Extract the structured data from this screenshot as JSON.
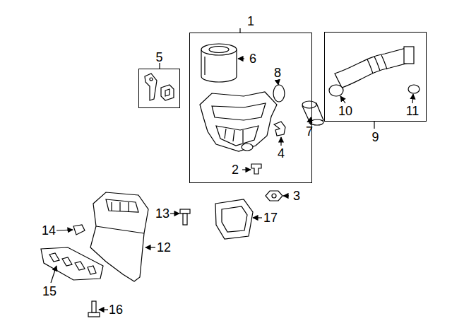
{
  "diagram": {
    "nodes": [
      {
        "text": [
          "5"
        ]
      },
      {
        "text": [
          "1"
        ]
      },
      {
        "text": [
          "9"
        ]
      }
    ],
    "labels": [
      "6",
      "8",
      "4",
      "2",
      "7",
      "10",
      "11",
      "3",
      "13",
      "17",
      "14",
      "12",
      "15",
      "16"
    ]
  }
}
